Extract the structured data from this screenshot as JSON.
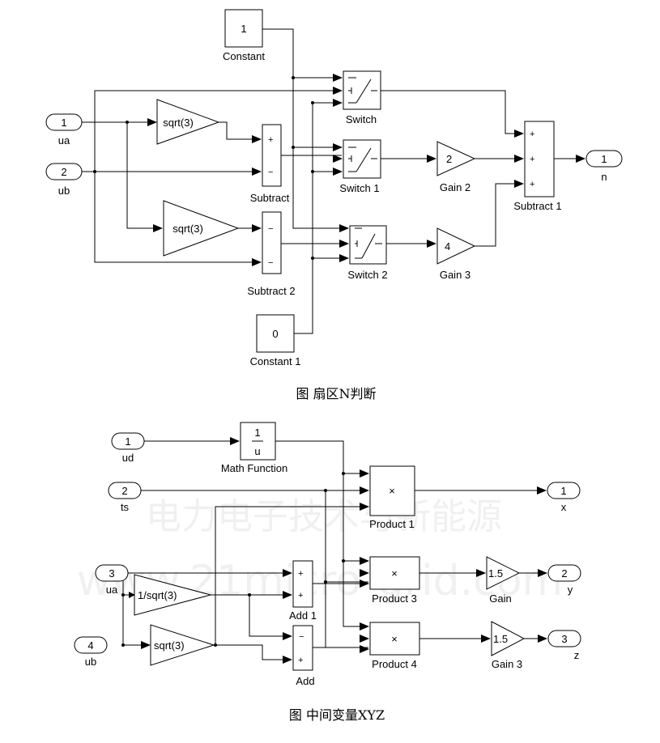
{
  "figure1": {
    "caption": "图    扇区N判断",
    "in1": {
      "num": "1",
      "name": "ua"
    },
    "in2": {
      "num": "2",
      "name": "ub"
    },
    "out1": {
      "num": "1",
      "name": "n"
    },
    "constant": {
      "value": "1",
      "name": "Constant"
    },
    "constant1": {
      "value": "0",
      "name": "Constant 1"
    },
    "gain_sqrt_a": {
      "value": "sqrt(3)"
    },
    "gain_sqrt_b": {
      "value": "sqrt(3)"
    },
    "subtract": {
      "name": "Subtract",
      "signs": [
        "+",
        "−"
      ]
    },
    "subtract2": {
      "name": "Subtract 2",
      "signs": [
        "−",
        "−"
      ]
    },
    "subtract1": {
      "name": "Subtract 1",
      "signs": [
        "+",
        "+",
        "+"
      ]
    },
    "switch": {
      "name": "Switch"
    },
    "switch1": {
      "name": "Switch 1"
    },
    "switch2": {
      "name": "Switch 2"
    },
    "gain2": {
      "value": "2",
      "name": "Gain 2"
    },
    "gain3": {
      "value": "4",
      "name": "Gain 3"
    }
  },
  "figure2": {
    "caption": "图  中间变量XYZ",
    "in1": {
      "num": "1",
      "name": "ud"
    },
    "in2": {
      "num": "2",
      "name": "ts"
    },
    "in3": {
      "num": "3",
      "name": "ua"
    },
    "in4": {
      "num": "4",
      "name": "ub"
    },
    "mathfn": {
      "num": "1",
      "den": "u",
      "name": "Math Function"
    },
    "gain_inv": {
      "value": "1/sqrt(3)"
    },
    "gain_sqrt": {
      "value": "sqrt(3)"
    },
    "add1": {
      "name": "Add 1",
      "signs": [
        "+",
        "+"
      ]
    },
    "add": {
      "name": "Add",
      "signs": [
        "−",
        "+"
      ]
    },
    "product1": {
      "name": "Product 1",
      "symbol": "×"
    },
    "product3": {
      "name": "Product 3",
      "symbol": "×"
    },
    "product4": {
      "name": "Product 4",
      "symbol": "×"
    },
    "gain": {
      "value": "1.5",
      "name": "Gain"
    },
    "gain3": {
      "value": "1.5",
      "name": "Gain 3"
    },
    "out1": {
      "num": "1",
      "name": "x"
    },
    "out2": {
      "num": "2",
      "name": "y"
    },
    "out3": {
      "num": "3",
      "name": "z"
    }
  },
  "watermark": {
    "line1": "电力电子技术与新能源",
    "line2": "www.21micro-grid.com"
  }
}
